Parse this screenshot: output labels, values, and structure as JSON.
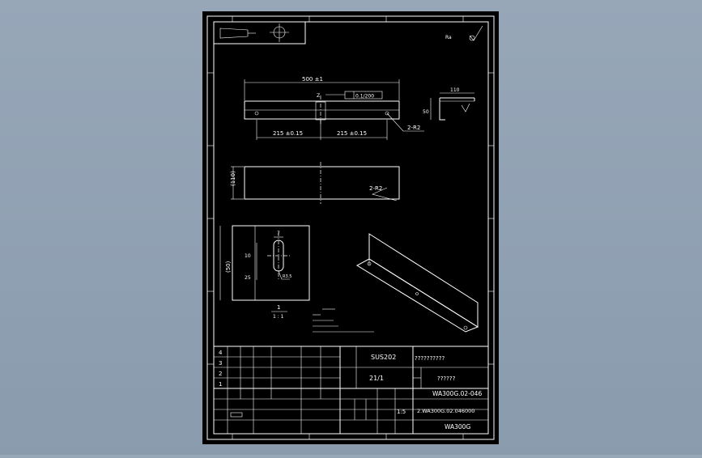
{
  "drawing": {
    "dimensions": {
      "overall_length": "500 ±1",
      "hole_pitch_left": "215 ±0.15",
      "hole_pitch_right": "215 ±0.15",
      "flatness": "0.1/200",
      "hole_callout_front": "2-R2",
      "hole_callout_top": "2-R2",
      "height_side": "(110)",
      "width_end": "(50)",
      "profile_width": "110",
      "profile_height": "50",
      "slot_width": "7",
      "slot_offset": "10",
      "slot_length": "25",
      "datum_a": "Z",
      "surface_finish": "Ra",
      "section_label": "1",
      "scale_label": "1 : 1",
      "slot_note": "R3.5"
    },
    "title_block": {
      "material": "SUS202",
      "sheet": "21/1",
      "part_name": "??????",
      "company_line": "??????????",
      "drawing_no": "WA300G.02-046",
      "file_name": "2.WA300G.02.046000",
      "project": "WA300G",
      "scale_value": "1:5",
      "rev_numbers": [
        "4",
        "3",
        "2",
        "1"
      ]
    }
  }
}
